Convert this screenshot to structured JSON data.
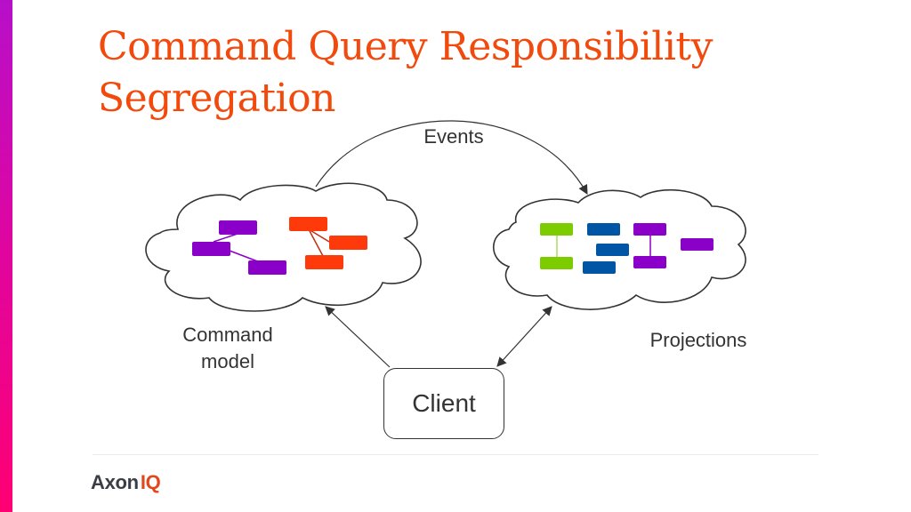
{
  "slide": {
    "title": "Command Query Responsibility Segregation",
    "accent_gradient": [
      "#b70fc9",
      "#ff0073"
    ],
    "title_color": "#f2490d"
  },
  "diagram": {
    "edge_label_events": "Events",
    "command_cloud_label": "Command model",
    "command_cloud_label_line1": "Command",
    "command_cloud_label_line2": "model",
    "projections_cloud_label": "Projections",
    "client_label": "Client",
    "edges": [
      {
        "from": "command-model",
        "to": "projections",
        "label": "Events",
        "direction": "forward"
      },
      {
        "from": "client",
        "to": "command-model",
        "direction": "forward"
      },
      {
        "from": "client",
        "to": "projections",
        "direction": "both"
      }
    ],
    "colors": {
      "purple": "#8a00c8",
      "red": "#ff3a0a",
      "green": "#7ccc00",
      "blue": "#0055a5"
    }
  },
  "footer": {
    "logo_part1": "Axon",
    "logo_part2": "IQ"
  }
}
